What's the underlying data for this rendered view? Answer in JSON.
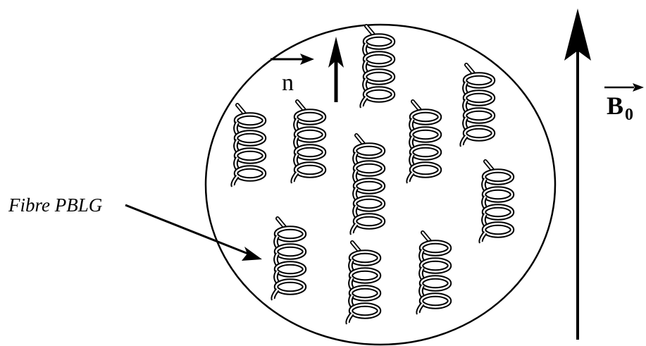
{
  "labels": {
    "director": "n",
    "fibre": "Fibre PBLG",
    "field_main": "B",
    "field_sub": "0"
  },
  "colors": {
    "ink": "#000000",
    "background": "#ffffff"
  }
}
